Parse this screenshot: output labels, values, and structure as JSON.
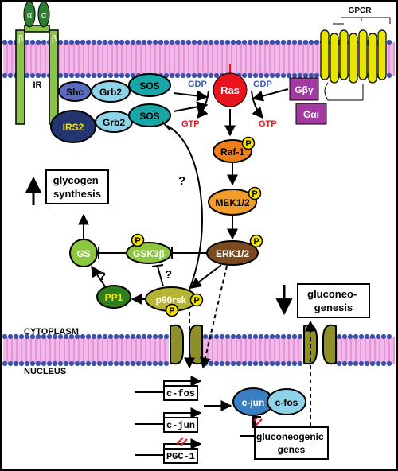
{
  "membrane": {
    "cytoplasm_label": "CYTOPLASM",
    "nucleus_label": "NUCLEUS"
  },
  "receptors": {
    "ir": {
      "label": "IR",
      "alpha": "α",
      "beta": "β"
    },
    "gpcr": {
      "label": "GPCR"
    }
  },
  "proteins": {
    "shc": "Shc",
    "grb2_top": "Grb2",
    "sos_top": "SOS",
    "irs2": "IRS2",
    "grb2_bottom": "Grb2",
    "sos_bottom": "SOS",
    "ras": "Ras",
    "gbg": "Gβγ",
    "galpha": "Gαi",
    "raf1": "Raf-1",
    "mek": "MEK1/2",
    "erk": "ERK1/2",
    "gsk3b": "GSK3β",
    "gs": "GS",
    "pp1": "PP1",
    "p90rsk": "p90rsk",
    "cjun_nuc": "c-jun",
    "cfos_nuc": "c-fos"
  },
  "nucleotides": {
    "gdp_left": "GDP",
    "gdp_right": "GDP",
    "gtp_left": "GTP",
    "gtp_right": "GTP"
  },
  "phospho": "P",
  "question": "?",
  "outcomes": {
    "glycogen": "glycogen\nsynthesis",
    "gluconeogenesis": "gluconeo-\ngenesis"
  },
  "genes": {
    "cfos": "c-fos",
    "cjun": "c-jun",
    "pgc1": "PGC-1",
    "gluconeogenic": "gluconeogenic\ngenes"
  },
  "colors": {
    "ir": "#8bc34a",
    "ir_alpha": "#2e7d32",
    "gpcr": "#e6e600",
    "ras": "#e8141e",
    "shc": "#5c6bc0",
    "grb2": "#8fd3e8",
    "sos": "#1aa6a6",
    "irs2": "#22356e",
    "raf": "#f07f1a",
    "mek": "#f39c2a",
    "erk": "#7b4a1e",
    "gsk": "#8dc63f",
    "rsk": "#b5b533",
    "pp1": "#2e7d1e",
    "gprot": "#a33a9f",
    "phospho": "#f5e400",
    "nuc_protein": "#3a7fc1"
  }
}
